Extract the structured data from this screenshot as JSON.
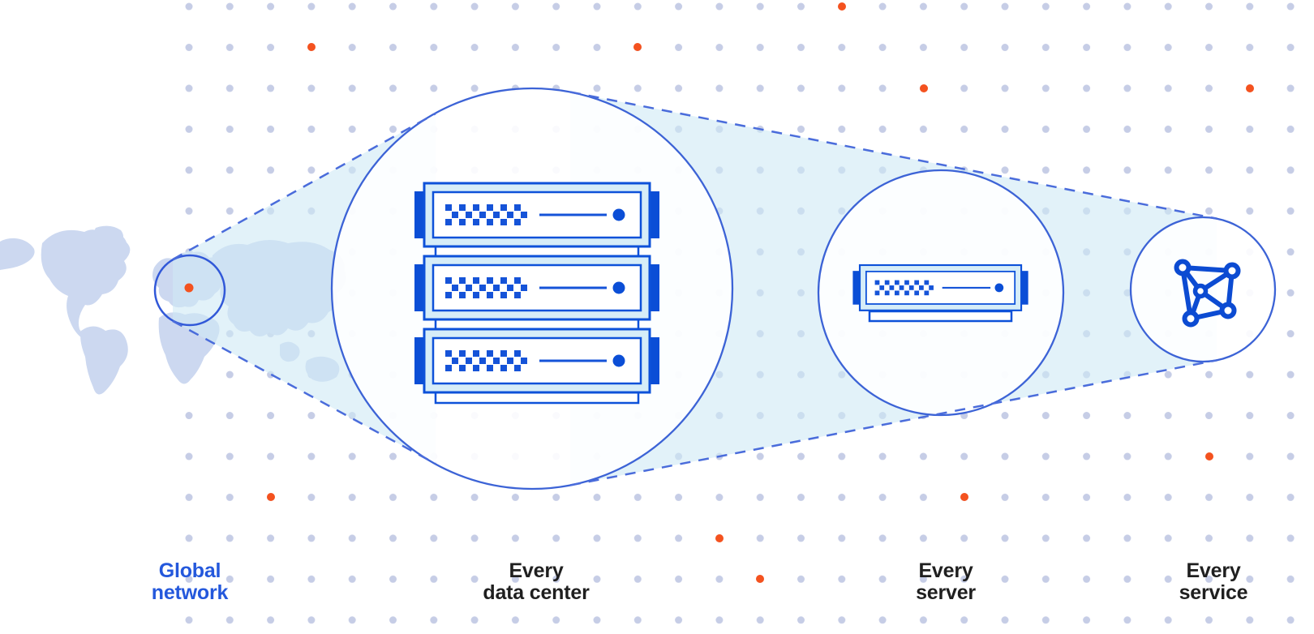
{
  "diagram": {
    "description": "Global network zoom diagram: world map to data center to server to service",
    "stages": [
      {
        "id": "global-network",
        "line1": "Global",
        "line2": "network",
        "label_color": "#2458dc"
      },
      {
        "id": "every-data-center",
        "line1": "Every",
        "line2": "data center",
        "label_color": "#1f1f1f"
      },
      {
        "id": "every-server",
        "line1": "Every",
        "line2": "server",
        "label_color": "#1f1f1f"
      },
      {
        "id": "every-service",
        "line1": "Every",
        "line2": "service",
        "label_color": "#1f1f1f"
      }
    ],
    "icons": [
      "world-map-icon",
      "location-marker-icon",
      "server-rack-icon",
      "server-icon",
      "mesh-network-icon"
    ],
    "colors": {
      "icon_blue": "#0d4fd3",
      "circle_stroke": "#3c63d6",
      "dashed_line": "#4a6cdb",
      "grid_dot": "#c6cde6",
      "orange_dot": "#f4521f",
      "funnel_fill": "#cfe9f5",
      "server_body": "#d6edf8",
      "map_fill": "#ccd8f0"
    }
  }
}
